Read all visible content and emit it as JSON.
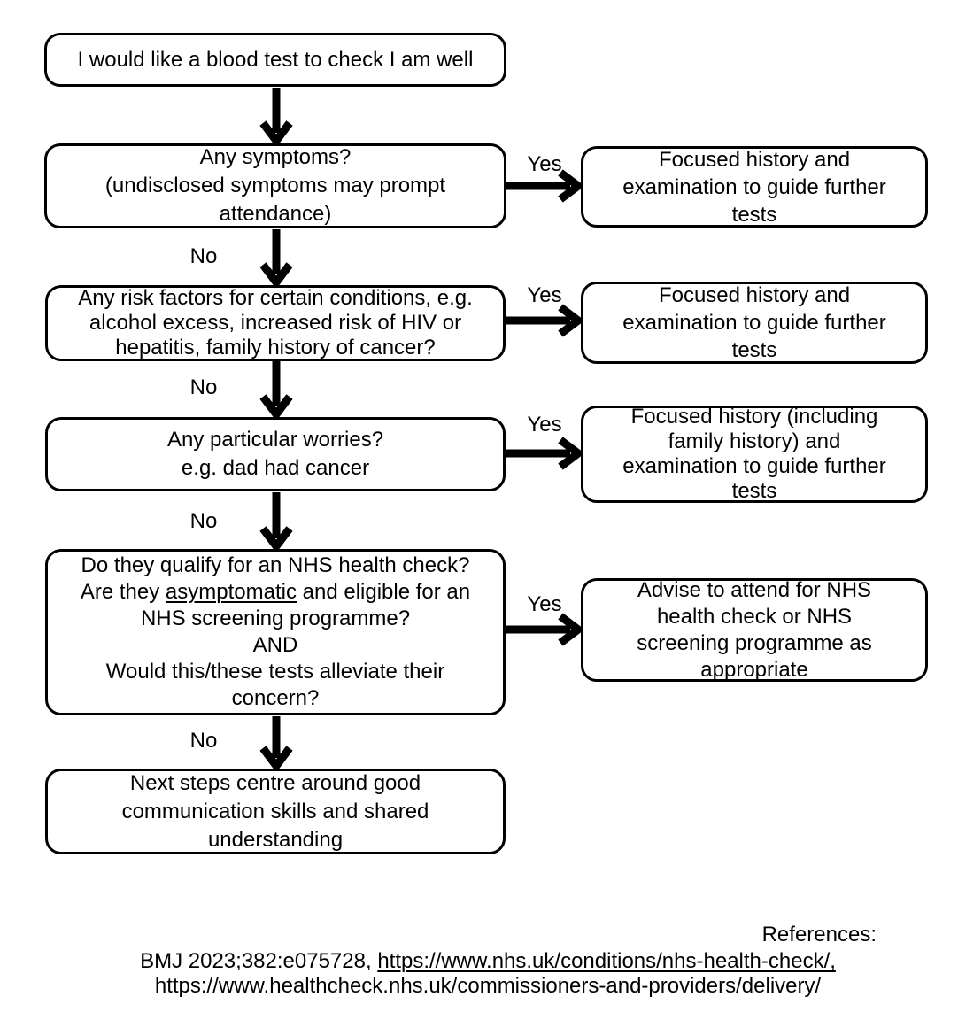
{
  "flowchart": {
    "nodes": {
      "start": {
        "text": "I would like a blood test to check I am well"
      },
      "q_symptoms": {
        "text": "Any symptoms?\n(undisclosed symptoms may prompt\nattendance)"
      },
      "q_risk_factors": {
        "text": "Any risk factors for certain conditions, e.g.\nalcohol excess, increased risk of HIV or\nhepatitis, family history of cancer?"
      },
      "q_worries": {
        "text": "Any particular worries?\ne.g. dad had cancer"
      },
      "q_nhs_check": {
        "pre": "Do they qualify for an NHS health check?\nAre they ",
        "underlined": "asymptomatic",
        "post": " and eligible for an\nNHS screening programme?\nAND\nWould this/these tests alleviate their\nconcern?"
      },
      "outcome_focused_1": {
        "text": "Focused history and\nexamination to guide further\ntests"
      },
      "outcome_focused_2": {
        "text": "Focused history and\nexamination to guide further\ntests"
      },
      "outcome_focused_family": {
        "text": "Focused history (including\nfamily history) and\nexamination to guide further\ntests"
      },
      "outcome_nhs_advise": {
        "text": "Advise to attend for NHS\nhealth check or NHS\nscreening programme as\nappropriate"
      },
      "end_communication": {
        "text": "Next steps centre around good\ncommunication skills and shared\nunderstanding"
      }
    },
    "edge_labels": {
      "yes": [
        "Yes",
        "Yes",
        "Yes",
        "Yes"
      ],
      "no": [
        "No",
        "No",
        "No",
        "No"
      ]
    }
  },
  "references": {
    "heading": "References:",
    "line1_prefix": "BMJ 2023;382:e075728, ",
    "line1_link": "https://www.nhs.uk/conditions/nhs-health-check/,",
    "line2": "https://www.healthcheck.nhs.uk/commissioners-and-providers/delivery/"
  },
  "colors": {
    "ink": "#000000",
    "background": "#ffffff"
  }
}
